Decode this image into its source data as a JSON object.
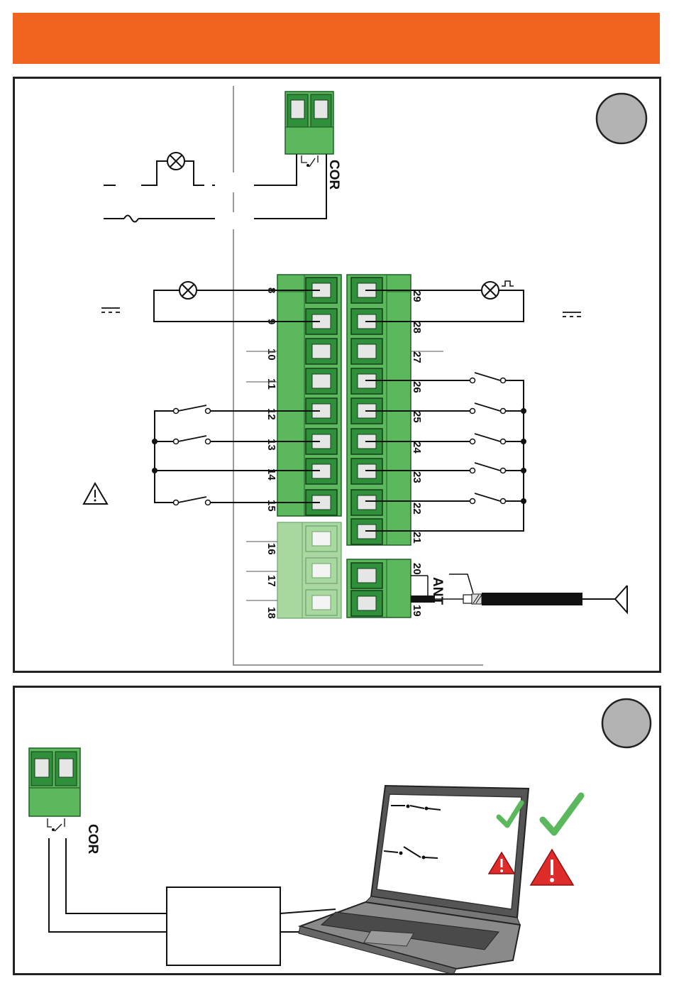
{
  "header": {
    "color": "#ef6520"
  },
  "panel1": {
    "relay_label": "COR",
    "antenna_label": "ANT",
    "left_terminals": [
      "8",
      "9",
      "10",
      "11",
      "12",
      "13",
      "14",
      "15"
    ],
    "lower_left_terminals": [
      "16",
      "17",
      "18"
    ],
    "right_terminals": [
      "29",
      "28",
      "27",
      "26",
      "25",
      "24",
      "23",
      "22",
      "21"
    ],
    "antenna_terminals": [
      "20",
      "19"
    ],
    "icons": [
      "lamp-icon",
      "ac-source-icon",
      "dc-symbol-icon",
      "warning-icon",
      "antenna-icon",
      "step-badge-icon"
    ]
  },
  "panel2": {
    "relay_label": "COR",
    "icons": [
      "check-icon",
      "warning-icon",
      "laptop-icon",
      "step-badge-icon"
    ]
  },
  "colors": {
    "terminal_green": "#5cb85c",
    "terminal_dark": "#2f8f3a",
    "terminal_light": "#a9d8a0",
    "badge_grey": "#b3b3b3",
    "check_green": "#5cb85c",
    "warning_red": "#e02b2b"
  }
}
